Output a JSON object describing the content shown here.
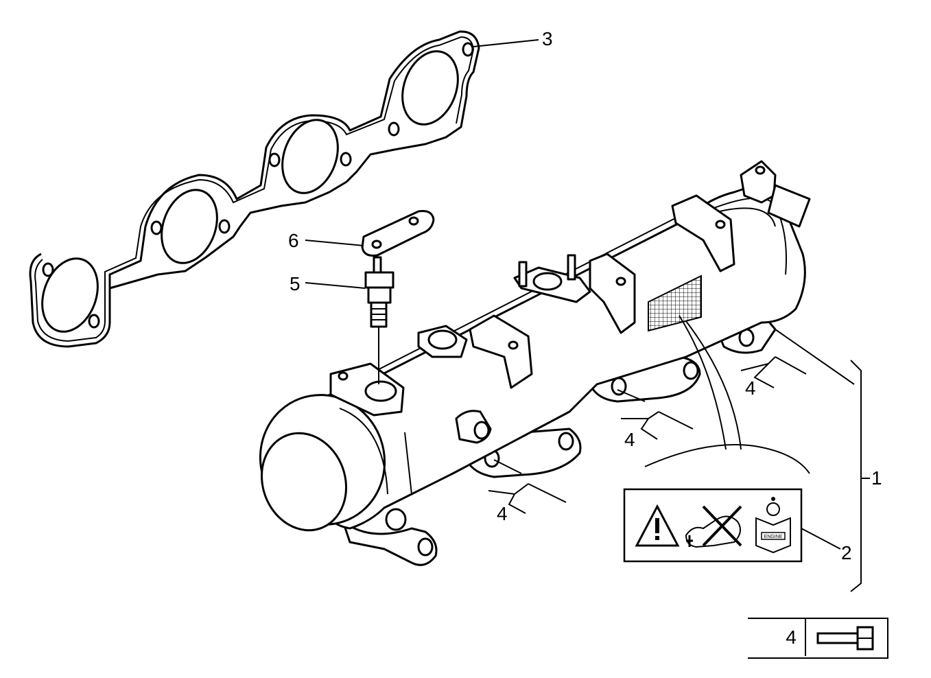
{
  "callouts": {
    "c1": "1",
    "c2": "2",
    "c3": "3",
    "c4a": "4",
    "c4b": "4",
    "c4c": "4",
    "c5": "5",
    "c6": "6"
  },
  "warning_label": {
    "book_text": "ENGINE"
  },
  "legend": {
    "item_number": "4",
    "item_icon": "bolt-icon"
  }
}
